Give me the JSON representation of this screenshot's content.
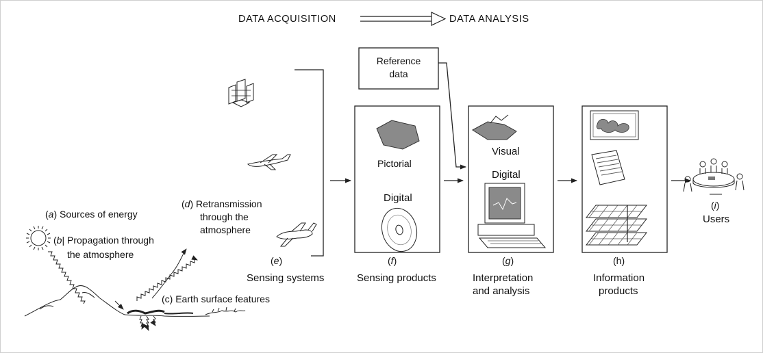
{
  "header": {
    "left": "DATA ACQUISITION",
    "right": "DATA ANALYSIS"
  },
  "energy": {
    "a_letter": "a",
    "a_text": "Sources of energy",
    "b_letter": "b",
    "b_text_1": "Propagation through",
    "b_text_2": "the atmosphere",
    "c_text": "(c) Earth surface features",
    "d_letter": "d",
    "d_text_1": "Retransmission",
    "d_text_2": "through the",
    "d_text_3": "atmosphere"
  },
  "stages": {
    "e_letter": "e",
    "e_label": "Sensing systems",
    "f_letter": "f",
    "f_label": "Sensing products",
    "f_pictorial": "Pictorial",
    "f_digital": "Digital",
    "g_letter": "g",
    "g_label_1": "Interpretation",
    "g_label_2": "and analysis",
    "g_visual": "Visual",
    "g_digital": "Digital",
    "h_letter": "(h)",
    "h_label_1": "Information",
    "h_label_2": "products",
    "i_letter": "i",
    "i_label": "Users"
  },
  "reference": {
    "line1": "Reference",
    "line2": "data"
  }
}
